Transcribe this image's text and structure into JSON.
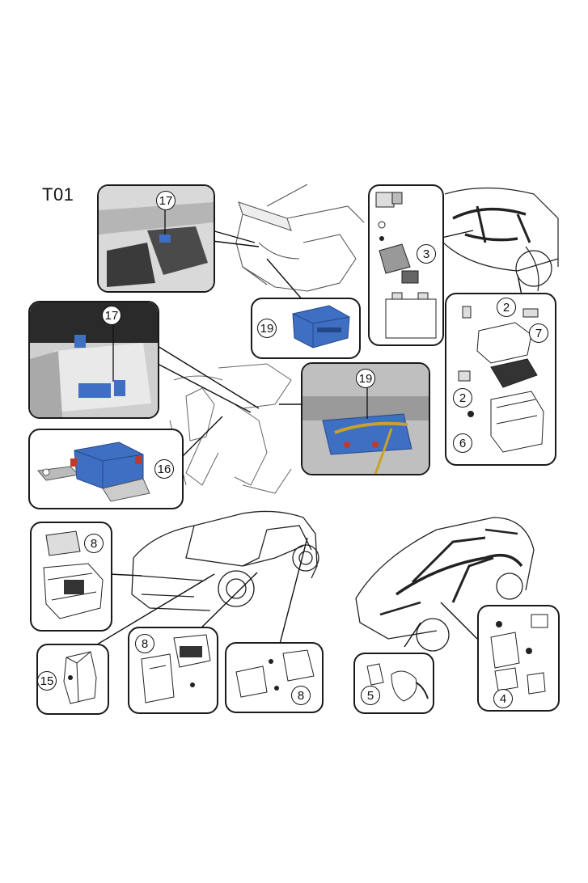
{
  "figure": {
    "label": "T01"
  },
  "callouts": {
    "c17a": "17",
    "c17b": "17",
    "c19a": "19",
    "c19b": "19",
    "c16": "16",
    "c3": "3",
    "c2a": "2",
    "c2b": "2",
    "c7": "7",
    "c6": "6",
    "c8a": "8",
    "c8b": "8",
    "c8c": "8",
    "c15": "15",
    "c5": "5",
    "c4": "4"
  },
  "colors": {
    "module_blue": "#3e6fc2",
    "module_blue_dark": "#24478a",
    "line": "#1a1a1a",
    "photo_gray": "#8c8c8c"
  }
}
